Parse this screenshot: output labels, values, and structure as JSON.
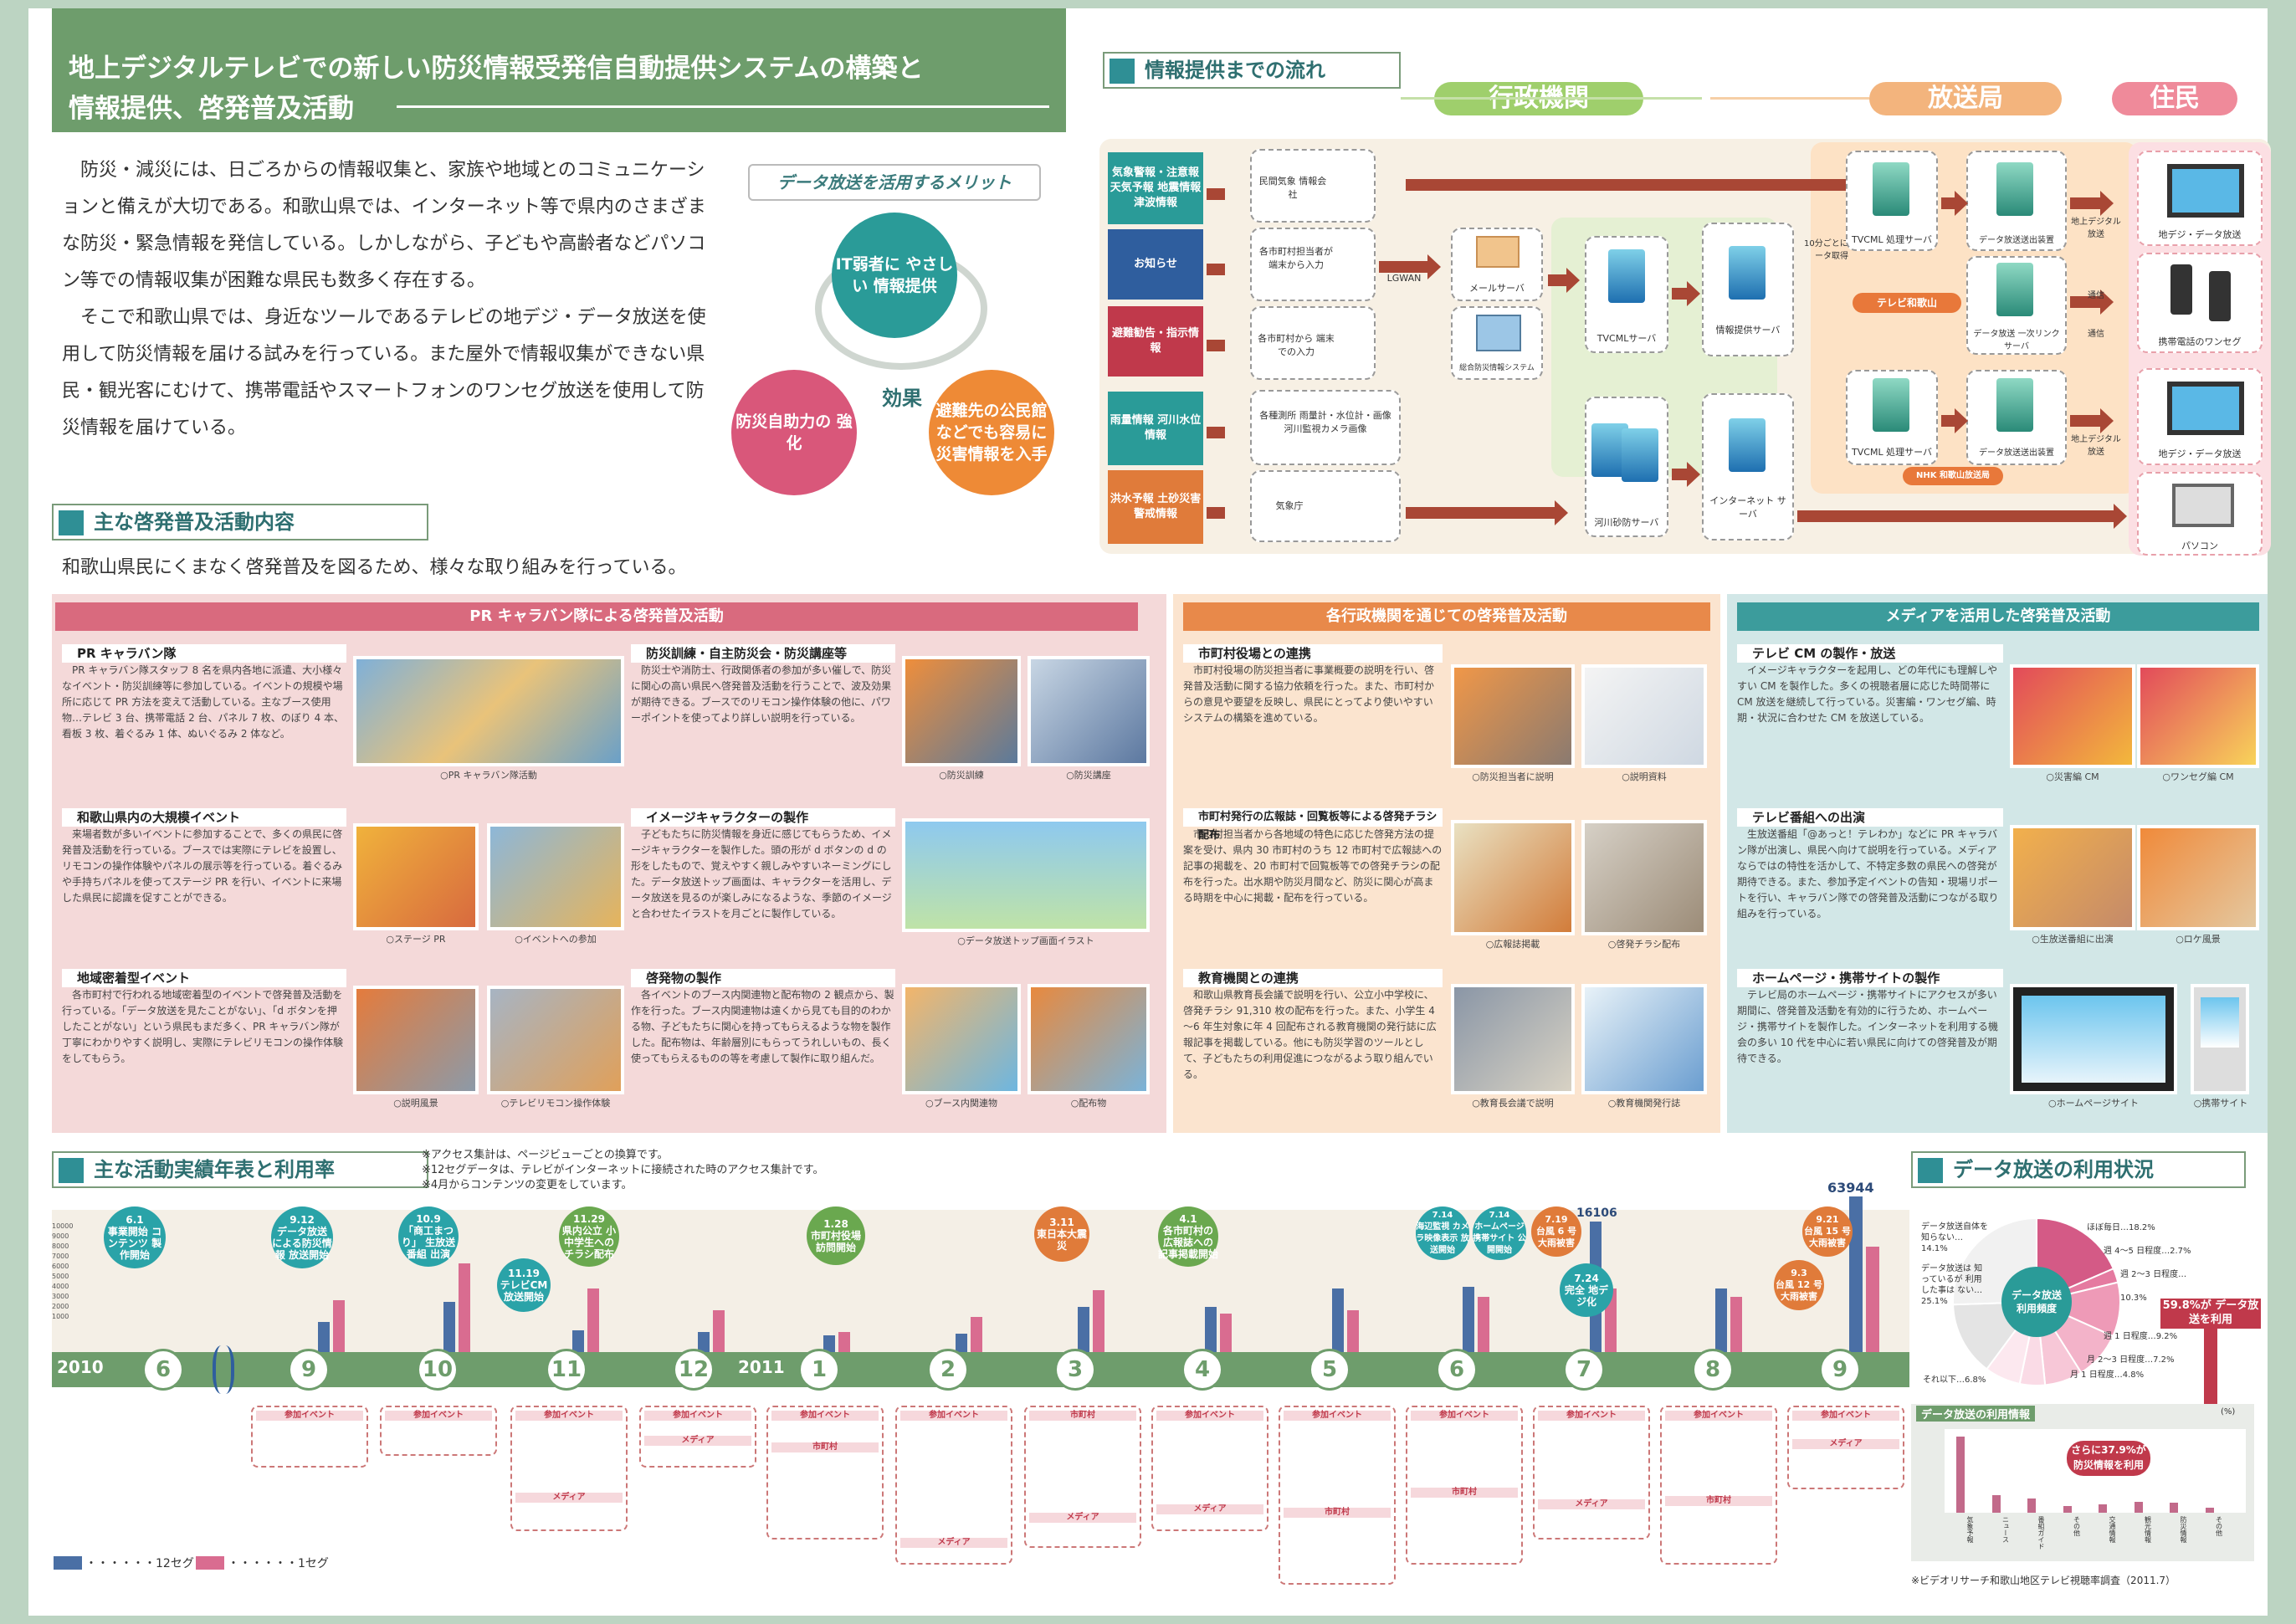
{
  "title": {
    "line1": "地上デジタルテレビでの新しい防災情報受発信自動提供システムの構築と",
    "line2": "情報提供、啓発普及活動"
  },
  "intro": {
    "p1": "防災・減災には、日ごろからの情報収集と、家族や地域とのコミュニケーションと備えが大切である。和歌山県では、インターネット等で県内のさまざまな防災・緊急情報を発信している。しかしながら、子どもや高齢者などパソコン等での情報収集が困難な県民も数多く存在する。",
    "p2": "そこで和歌山県では、身近なツールであるテレビの地デジ・データ放送を使用して防災情報を届ける試みを行っている。また屋外で情報収集ができない県民・観光客にむけて、携帯電話やスマートフォンのワンセグ放送を使用して防災情報を届けている。"
  },
  "merits": {
    "tag": "データ放送を活用するメリット",
    "center": "効果",
    "c1": "IT弱者に やさしい 情報提供",
    "c2": "防災自助力の 強化",
    "c3": "避難先の公民館 などでも容易に 災害情報を入手"
  },
  "flow": {
    "heading": "情報提供までの流れ",
    "band1": "行政機関",
    "band2": "放送局",
    "band3": "住民",
    "sources": [
      "気象警報・注意報 天気予報 地震情報 津波情報",
      "お知らせ",
      "避難勧告・指示情報",
      "雨量情報 河川水位情報",
      "洪水予報 土砂災害警戒情報"
    ],
    "nodes": {
      "n1": "民間気象 情報会社",
      "n2": "各市町村担当者が 端末から入力",
      "n3": "各市町村から 端末での入力",
      "n4": "各種測所 雨量計・水位計・画像 河川監視カメラ画像",
      "n5": "気象庁",
      "lgwan": "LGWAN",
      "mail": "メールサーバ",
      "disaster": "総合防災情報システム",
      "tvcml": "TVCMLサーバ",
      "river": "河川砂防サーバ",
      "info": "情報提供サーバ",
      "inet": "インターネット サーバ",
      "interval": "10分ごとに データ取得",
      "tv_wakayama": "テレビ和歌山",
      "nhk": "NHK 和歌山放送局",
      "tvcml_proc1": "TVCML 処理サーバ",
      "ds_send1": "データ放送送出装置",
      "ds_temp": "データ放送 一次リンクサーバ",
      "tvcml_proc2": "TVCML 処理サーバ",
      "ds_send2": "データ放送送出装置",
      "tx1": "地上デジタル 放送",
      "tx2": "通信",
      "tx3": "通信",
      "tx4": "地上デジタル 放送",
      "r1": "地デジ・データ放送",
      "r2": "携帯電話のワンセグ",
      "r3": "地デジ・データ放送",
      "r4": "パソコン"
    }
  },
  "activities": {
    "heading": "主な啓発普及活動内容",
    "sub": "和歌山県民にくまなく啓発普及を図るため、様々な取り組みを行っている。"
  },
  "panels": {
    "pink": {
      "title": "PR キャラバン隊による啓発普及活動",
      "items": [
        {
          "h": "PR キャラバン隊",
          "t": "PR キャラバン隊スタッフ 8 名を県内各地に派遣、大小様々なイベント・防災訓練等に参加している。イベントの規模や場所に応じて PR 方法を変えて活動している。主なブース使用物…テレビ 3 台、携帯電話 2 台、パネル 7 枚、のぼり 4 本、看板 3 枚、着ぐるみ 1 体、ぬいぐるみ 2 体など。",
          "c1": "○PR キャラバン隊活動",
          "c2": ""
        },
        {
          "h": "和歌山県内の大規模イベント",
          "t": "来場者数が多いイベントに参加することで、多くの県民に啓発普及活動を行っている。ブースでは実際にテレビを設置し、リモコンの操作体験やパネルの展示等を行っている。着ぐるみや手持ちパネルを使ってステージ PR を行い、イベントに来場した県民に認識を促すことができる。",
          "c1": "○ステージ PR",
          "c2": "○イベントへの参加"
        },
        {
          "h": "地域密着型イベント",
          "t": "各市町村で行われる地域密着型のイベントで啓発普及活動を行っている。「データ放送を見たことがない」、「d ボタンを押したことがない」という県民もまだ多く、PR キャラバン隊が丁寧にわかりやすく説明し、実際にテレビリモコンの操作体験をしてもらう。",
          "c1": "○説明風景",
          "c2": "○テレビリモコン操作体験"
        },
        {
          "h": "防災訓練・自主防災会・防災講座等",
          "t": "防災士や消防士、行政関係者の参加が多い催しで、防災に関心の高い県民へ啓発普及活動を行うことで、波及効果が期待できる。ブースでのリモコン操作体験の他に、パワーポイントを使ってより詳しい説明を行っている。",
          "c1": "○防災訓練",
          "c2": "○防災講座"
        },
        {
          "h": "イメージキャラクターの製作",
          "t": "子どもたちに防災情報を身近に感じてもらうため、イメージキャラクターを製作した。頭の形が d ボタンの d の形をしたもので、覚えやすく親しみやすいネーミングにした。データ放送トップ画面は、キャラクターを活用し、データ放送を見るのが楽しみになるような、季節のイメージと合わせたイラストを月ごとに製作している。",
          "c1": "○データ放送トップ画面イラスト",
          "c2": ""
        },
        {
          "h": "啓発物の製作",
          "t": "各イベントのブース内関連物と配布物の 2 観点から、製作を行った。ブース内関連物は遠くから見ても目的のわかる物、子どもたちに関心を持ってもらえるような物を製作した。配布物は、年齢層別にもらってうれしいもの、長く使ってもらえるものの等を考慮して製作に取り組んだ。",
          "c1": "○ブース内関連物",
          "c2": "○配布物"
        }
      ]
    },
    "orange": {
      "title": "各行政機関を通じての啓発普及活動",
      "items": [
        {
          "h": "市町村役場との連携",
          "t": "市町村役場の防災担当者に事業概要の説明を行い、啓発普及活動に関する協力依頼を行った。また、市町村からの意見や要望を反映し、県民にとってより使いやすいシステムの構築を進めている。",
          "c1": "○防災担当者に説明",
          "c2": "○説明資料"
        },
        {
          "h": "市町村発行の広報誌・回覧板等による啓発チラシ配布",
          "t": "市町村担当者から各地域の特色に応じた啓発方法の提案を受け、県内 30 市町村のうち 12 市町村で広報誌への記事の掲載を、20 市町村で回覧板等での啓発チラシの配布を行った。出水期や防災月間など、防災に関心が高まる時期を中心に掲載・配布を行っている。",
          "c1": "○広報誌掲載",
          "c2": "○啓発チラシ配布"
        },
        {
          "h": "教育機関との連携",
          "t": "和歌山県教育長会議で説明を行い、公立小中学校に、啓発チラシ 91,310 枚の配布を行った。また、小学生 4～6 年生対象に年 4 回配布される教育機関の発行誌に広報記事を掲載している。他にも防災学習のツールとして、子どもたちの利用促進につながるよう取り組んでいる。",
          "c1": "○教育長会議で説明",
          "c2": "○教育機関発行誌"
        }
      ]
    },
    "teal": {
      "title": "メディアを活用した啓発普及活動",
      "items": [
        {
          "h": "テレビ CM の製作・放送",
          "t": "イメージキャラクターを起用し、どの年代にも理解しやすい CM を製作した。多くの視聴者層に応じた時間帯に CM 放送を継続して行っている。災害編・ワンセグ編、時期・状況に合わせた CM を放送している。",
          "c1": "○災害編 CM",
          "c2": "○ワンセグ編 CM"
        },
        {
          "h": "テレビ番組への出演",
          "t": "生放送番組「@あっと！テレわか」などに PR キャラバン隊が出演し、県民へ向けて説明を行っている。メディアならではの特性を活かして、不特定多数の県民への啓発が期待できる。また、参加予定イベントの告知・現場リポートを行い、キャラバン隊での啓発普及活動につながる取り組みを行っている。",
          "c1": "○生放送番組に出演",
          "c2": "○ロケ風景"
        },
        {
          "h": "ホームページ・携帯サイトの製作",
          "t": "テレビ局のホームページ・携帯サイトにアクセスが多い期間に、啓発普及活動を有効的に行うため、ホームページ・携帯サイトを製作した。インターネットを利用する機会の多い 10 代を中心に若い県民に向けての啓発普及が期待できる。",
          "c1": "○ホームページサイト",
          "c2": "○携帯サイト"
        }
      ]
    }
  },
  "timeline": {
    "heading": "主な活動実績年表と利用率",
    "notes": [
      "※アクセス集計は、ページビューごとの換算です。",
      "※12セグデータは、テレビがインターネットに接続された時のアクセス集計です。",
      "※4月からコンテンツの変更をしています。"
    ],
    "year1": "2010",
    "year2": "2011",
    "months": [
      "6",
      "9",
      "10",
      "11",
      "12",
      "1",
      "2",
      "3",
      "4",
      "5",
      "6",
      "7",
      "8",
      "9"
    ],
    "yaxis": [
      "10000",
      "9000",
      "8000",
      "7000",
      "6000",
      "5000",
      "4000",
      "3000",
      "2000",
      "1000"
    ],
    "pins": [
      {
        "d": "6.1",
        "t": "事業開始 コンテンツ 製作開始",
        "color": "#2aa3a8"
      },
      {
        "d": "9.12",
        "t": "データ放送 による防災情報 放送開始",
        "color": "#2aa3a8"
      },
      {
        "d": "10.9",
        "t": "「商工まつり」 生放送番組 出演",
        "color": "#2aa3a8"
      },
      {
        "d": "11.19",
        "t": "テレビCM 放送開始",
        "color": "#2aa3a8"
      },
      {
        "d": "11.29",
        "t": "県内公立 小中学生への チラシ配布",
        "color": "#6aa84f"
      },
      {
        "d": "1.28",
        "t": "市町村役場 訪問開始",
        "color": "#6aa84f"
      },
      {
        "d": "3.11",
        "t": "東日本大震災",
        "color": "#e07b3a"
      },
      {
        "d": "4.1",
        "t": "各市町村の 広報誌への 記事掲載開始",
        "color": "#6aa84f"
      },
      {
        "d": "7.14",
        "t": "海辺監視 カメラ映像表示 放送開始",
        "color": "#2aa3a8"
      },
      {
        "d": "7.14",
        "t": "ホームページ 携帯サイト 公開開始",
        "color": "#2aa3a8"
      },
      {
        "d": "7.19",
        "t": "台風 6 号 大雨被害",
        "color": "#e07b3a"
      },
      {
        "d": "7.24",
        "t": "完全 地デジ化",
        "color": "#2aa3a8"
      },
      {
        "d": "9.3",
        "t": "台風 12 号 大雨被害",
        "color": "#e07b3a"
      },
      {
        "d": "9.21",
        "t": "台風 15 号 大雨被害",
        "color": "#e07b3a"
      }
    ],
    "peak1": "16106",
    "peak2": "63944",
    "events_header": "参加イベント",
    "city_header": "市町村",
    "media_header": "メディア",
    "legend12": "・・・・・・12セグ",
    "legend1": "・・・・・・1セグ"
  },
  "usage": {
    "heading": "データ放送の利用状況",
    "pie_center": "データ放送 利用頻度",
    "pie_labels": [
      "ほぼ毎日…18.2%",
      "週 4～5 日程度…2.7%",
      "週 2～3 日程度…10.3%",
      "週 1 日程度…9.2%",
      "月 2～3 日程度…7.2%",
      "月 1 日程度…4.8%",
      "それ以下…6.8%",
      "データ放送自体を 知らない…14.1%",
      "データ放送は 知っているが 利用した事は ない…25.1%"
    ],
    "callout1": "59.8%が データ放送を利用",
    "info_title": "データ放送の利用情報",
    "callout2": "さらに37.9%が 防災情報を利用",
    "bar_labels": [
      "気象予報",
      "ニュース",
      "番組ガイド",
      "その他",
      "交通情報",
      "観光情報",
      "防災情報",
      "その他"
    ],
    "source": "※ビデオリサーチ和歌山地区テレビ視聴率調査（2011.7）",
    "unit": "(%)"
  },
  "chart_data": {
    "type": "pie",
    "title": "データ放送 利用頻度",
    "categories": [
      "ほぼ毎日",
      "週4～5日程度",
      "週2～3日程度",
      "週1日程度",
      "月2～3日程度",
      "月1日程度",
      "それ以下",
      "データ放送自体を知らない",
      "データ放送は知っているが利用した事はない"
    ],
    "values": [
      18.2,
      2.7,
      10.3,
      9.2,
      7.2,
      4.8,
      6.8,
      14.1,
      25.1
    ]
  }
}
